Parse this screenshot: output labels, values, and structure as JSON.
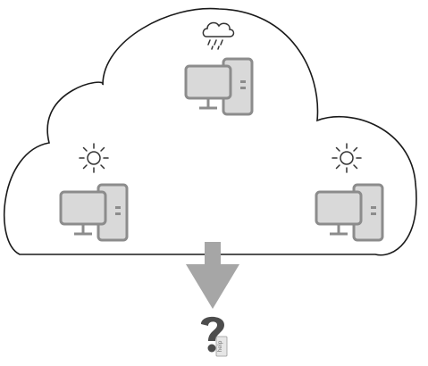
{
  "diagram": {
    "cloud": {
      "name": "cloud",
      "stroke": "#1a1a1a"
    },
    "nodes": [
      {
        "name": "top",
        "weather_icon": "rain-cloud-icon",
        "device_icon": "desktop-computer-icon"
      },
      {
        "name": "left",
        "weather_icon": "sun-icon",
        "device_icon": "desktop-computer-icon"
      },
      {
        "name": "right",
        "weather_icon": "sun-icon",
        "device_icon": "desktop-computer-icon"
      }
    ],
    "output_arrow": {
      "icon": "down-arrow-icon",
      "color": "#a6a6a6"
    },
    "result": {
      "icon": "question-mark-help-icon",
      "label": "help"
    },
    "colors": {
      "monitor_fill": "#d9d9d9",
      "monitor_stroke": "#8c8c8c",
      "icon_stroke": "#333333"
    }
  }
}
